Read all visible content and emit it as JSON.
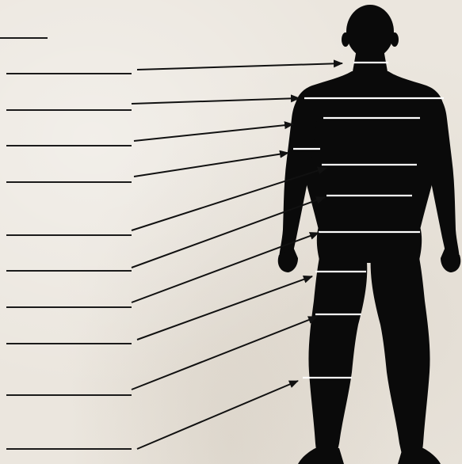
{
  "title_blank": "",
  "labels": [
    {
      "id": "neck",
      "text": ""
    },
    {
      "id": "shoulders",
      "text": ""
    },
    {
      "id": "upper-back",
      "text": ""
    },
    {
      "id": "upper-arm",
      "text": ""
    },
    {
      "id": "mid-back",
      "text": ""
    },
    {
      "id": "waist",
      "text": ""
    },
    {
      "id": "hips",
      "text": ""
    },
    {
      "id": "upper-thigh",
      "text": ""
    },
    {
      "id": "knee",
      "text": ""
    },
    {
      "id": "calf",
      "text": ""
    }
  ],
  "colors": {
    "background": "#ebe6de",
    "silhouette": "#0a0a0a",
    "marker": "#ffffff",
    "line": "#1a1a1a"
  },
  "icons": {
    "figure": "human-body-back-view-icon"
  }
}
